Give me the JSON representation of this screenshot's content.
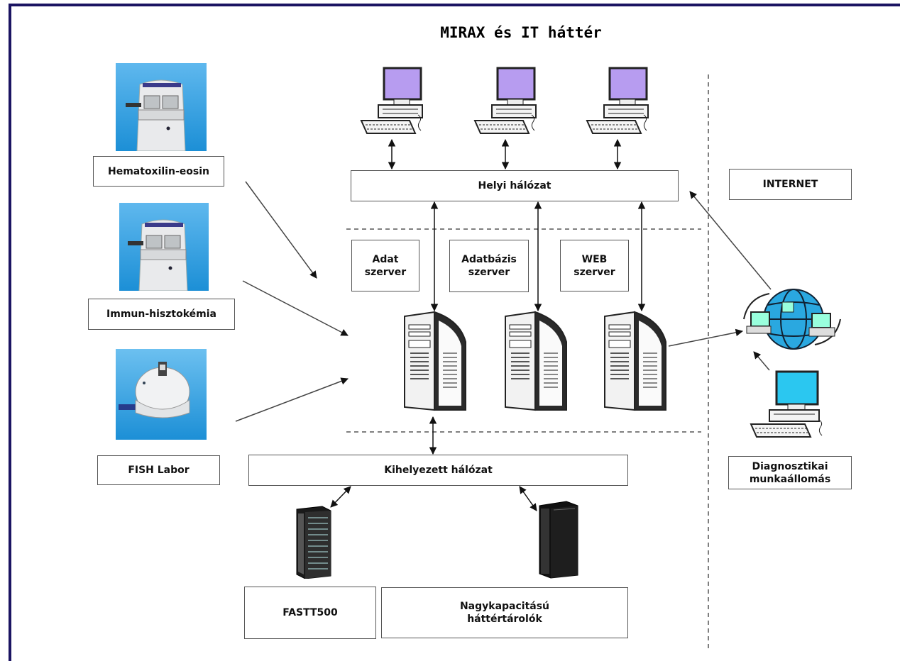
{
  "title": "MIRAX és IT háttér",
  "labels": {
    "he": "Hematoxilin-eosin",
    "ihc": "Immun-hisztokémia",
    "fish": "FISH Labor",
    "lan": "Helyi hálózat",
    "internet": "INTERNET",
    "data_server": "Adat\nszerver",
    "db_server": "Adatbázis\nszerver",
    "web_server": "WEB\nszerver",
    "remote_net": "Kihelyezett hálózat",
    "diag_ws": "Diagnosztikai\nmunkaállomás",
    "fastt": "FASTT500",
    "storage": "Nagykapacitású\nháttértárolók"
  },
  "icons": {
    "scanner": "scanner-icon",
    "fish_scanner": "fish-scanner-icon",
    "workstation": "workstation-icon",
    "server": "server-tower-icon",
    "globe": "internet-globe-icon",
    "storage": "storage-rack-icon"
  },
  "colors": {
    "frame": "#1b1462",
    "monitor_purple": "#b79cf0",
    "monitor_cyan": "#2bc7f0",
    "globe": "#2aa8e0",
    "scanner_bg": "#1c8fd6"
  }
}
